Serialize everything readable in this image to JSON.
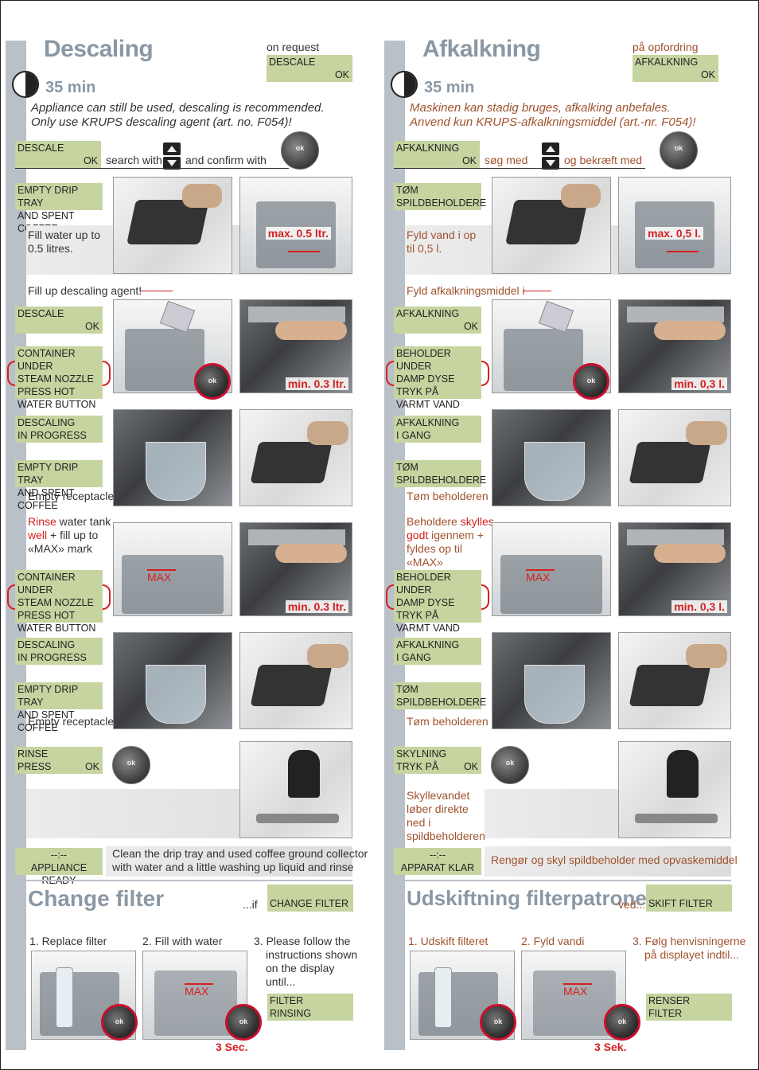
{
  "left": {
    "title": "Descaling",
    "duration": "35 min",
    "on_request": "on request",
    "on_request_lcd": "DESCALE",
    "ok": "OK",
    "intro_1": "Appliance can still be used, descaling is recommended.",
    "intro_2": "Only use KRUPS descaling agent (art. no. F054)!",
    "search_lcd": "DESCALE",
    "search_with": "search with",
    "confirm_with": "and confirm with",
    "step1_lcd_1": "EMPTY DRIP TRAY",
    "step1_lcd_2": "AND SPENT COFFEE",
    "fill_water_1": "Fill water up to",
    "fill_water_2": "0.5 litres.",
    "max_label": "max. 0.5 ltr.",
    "fill_agent": "Fill up descaling agent!",
    "step2_lcd": "DESCALE",
    "step3_lcd_1": "CONTAINER UNDER",
    "step3_lcd_2": "STEAM NOZZLE",
    "step3_lcd_3": "PRESS HOT",
    "step3_lcd_4": "WATER BUTTON",
    "min_label": "min. 0.3 ltr.",
    "step4_lcd_1": "DESCALING",
    "step4_lcd_2": "IN PROGRESS",
    "step5_lcd_1": "EMPTY DRIP TRAY",
    "step5_lcd_2": "AND SPENT COFFEE",
    "empty_receptacle": "Empty receptacle",
    "rinse_1": "Rinse",
    "rinse_2": " water tank",
    "rinse_3": "well",
    "rinse_4": " + fill up to",
    "rinse_5": "«MAX» mark",
    "max_mark": "MAX",
    "step6_lcd_1": "CONTAINER UNDER",
    "step6_lcd_2": "STEAM NOZZLE",
    "step6_lcd_3": "PRESS HOT",
    "step6_lcd_4": "WATER BUTTON",
    "min_label_2": "min. 0.3 ltr.",
    "step7_lcd_1": "DESCALING",
    "step7_lcd_2": "IN PROGRESS",
    "step8_lcd_1": "EMPTY DRIP TRAY",
    "step8_lcd_2": "AND SPENT COFFEE",
    "empty_receptacle_2": "Empty receptacle",
    "rinse_lcd_1": "RINSE",
    "rinse_lcd_2": "PRESS",
    "ready_lcd_1": "--:--",
    "ready_lcd_2": "APPLIANCE READY",
    "clean_1": "Clean the drip tray and used coffee ground collector",
    "clean_2": "with water and a little washing up liquid and rinse",
    "filter_title": "Change filter",
    "filter_if": "...if",
    "filter_lcd": "CHANGE FILTER",
    "filter_step1": "1. Replace filter",
    "filter_step2": "2. Fill with water",
    "filter_step3_1": "3. Please follow the",
    "filter_step3_2": "instructions shown",
    "filter_step3_3": "on the display",
    "filter_step3_4": "until...",
    "filter_end_lcd_1": "FILTER",
    "filter_end_lcd_2": "RINSING",
    "filter_max": "MAX",
    "seconds": "3 Sec."
  },
  "right": {
    "title": "Afkalkning",
    "duration": "35 min",
    "on_request": "på opfordring",
    "on_request_lcd": "AFKALKNING",
    "ok": "OK",
    "intro_1": "Maskinen kan stadig bruges, afkalking anbefales.",
    "intro_2": "Anvend kun KRUPS-afkalkningsmiddel (art.-nr. F054)!",
    "search_lcd": "AFKALKNING",
    "search_with": "søg med",
    "confirm_with": "og bekræft med",
    "step1_lcd_1": "TØM",
    "step1_lcd_2": "SPILDBEHOLDERE",
    "fill_water_1": "Fyld vand i op",
    "fill_water_2": "til 0,5 l.",
    "max_label": "max. 0,5 l.",
    "fill_agent": "Fyld afkalkningsmiddel i",
    "step2_lcd": "AFKALKNING",
    "step3_lcd_1": "BEHOLDER UNDER",
    "step3_lcd_2": "DAMP DYSE",
    "step3_lcd_3": "TRYK PÅ",
    "step3_lcd_4": "VARMT VAND",
    "min_label": "min. 0,3 l.",
    "step4_lcd_1": "AFKALKNING",
    "step4_lcd_2": "I GANG",
    "step5_lcd_1": "TØM",
    "step5_lcd_2": "SPILDBEHOLDERE",
    "empty_receptacle": "Tøm beholderen",
    "rinse_1": "Beholdere ",
    "rinse_2": "skylles",
    "rinse_3": "godt",
    "rinse_4": " igennem +",
    "rinse_5": "fyldes op til",
    "rinse_6": "«MAX»",
    "max_mark": "MAX",
    "step6_lcd_1": "BEHOLDER UNDER",
    "step6_lcd_2": "DAMP DYSE",
    "step6_lcd_3": "TRYK PÅ",
    "step6_lcd_4": "VARMT VAND",
    "min_label_2": "min. 0,3 l.",
    "step7_lcd_1": "AFKALKNING",
    "step7_lcd_2": "I GANG",
    "step8_lcd_1": "TØM",
    "step8_lcd_2": "SPILDBEHOLDERE",
    "empty_receptacle_2": "Tøm beholderen",
    "rinse_lcd_1": "SKYLNING",
    "rinse_lcd_2": "TRYK PÅ",
    "rinse_note_1": "Skyllevandet",
    "rinse_note_2": "løber direkte",
    "rinse_note_3": "ned i",
    "rinse_note_4": "spildbeholderen",
    "ready_lcd_1": "--:--",
    "ready_lcd_2": "APPARAT KLAR",
    "clean_1": "Rengør og skyl spildbeholder med opvaskemiddel",
    "filter_title": "Udskiftning filterpatronen",
    "filter_if": "ved...",
    "filter_lcd": "SKIFT FILTER",
    "filter_step1": "1. Udskift filteret",
    "filter_step2": "2. Fyld vandi",
    "filter_step3_1": "3. Følg henvisningerne",
    "filter_step3_2": "på displayet indtil...",
    "filter_end_lcd_1": "RENSER",
    "filter_end_lcd_2": "FILTER",
    "filter_max": "MAX",
    "seconds": "3 Sek."
  },
  "colors": {
    "lcd": "#c6d4a0",
    "heading": "#8a98a4",
    "accent_red": "#d62020",
    "danish_text": "#a0522d",
    "sidebar": "#b9c0c8"
  },
  "icons": {
    "clock": "clock-half-icon",
    "ok_button": "ok-button-icon",
    "arrows": "up-down-arrows-icon"
  }
}
